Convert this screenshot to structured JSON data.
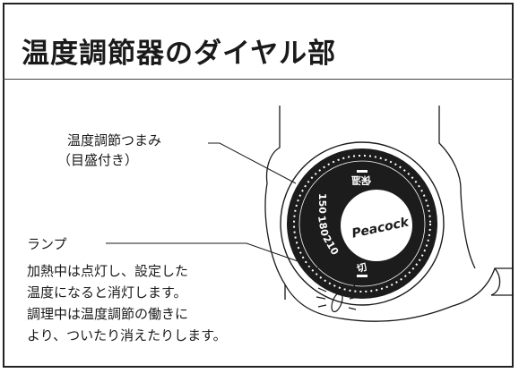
{
  "title": "温度調節器のダイヤル部",
  "knob": {
    "label": "温度調節つまみ",
    "sub": "（目盛付き）",
    "brand": "Peacock",
    "marks": {
      "keep_warm": "保温",
      "t150": "150",
      "t180": "180",
      "t210": "210",
      "off": "切"
    }
  },
  "lamp": {
    "label": "ランプ",
    "description": [
      "加熱中は点灯し、設定した",
      "温度になると消灯します。",
      "調理中は温度調節の働きに",
      "より、ついたり消えたりします。"
    ]
  },
  "colors": {
    "ink": "#1a1a1a",
    "dial": "#1c1c1c",
    "paper": "#ffffff"
  }
}
